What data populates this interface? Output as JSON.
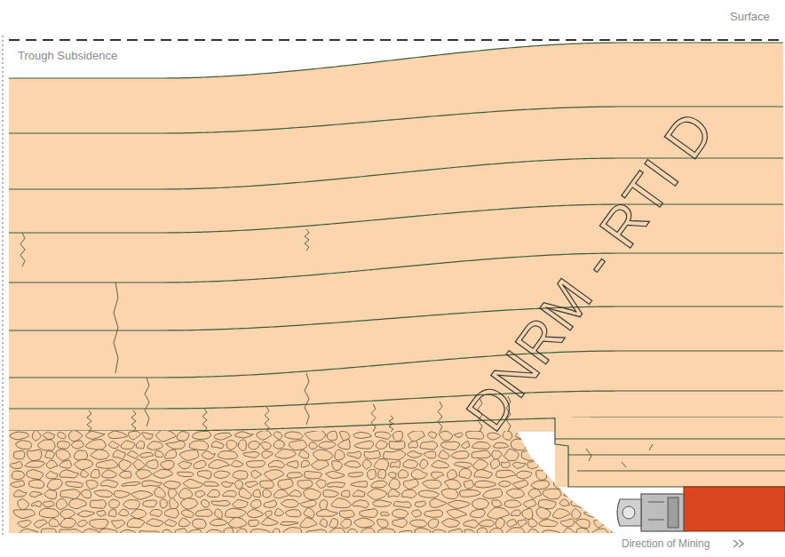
{
  "diagram": {
    "labels": [
      "Surface",
      "Trough Subsidence",
      "DNRM - RTI D",
      "Direction of Mining"
    ]
  }
}
